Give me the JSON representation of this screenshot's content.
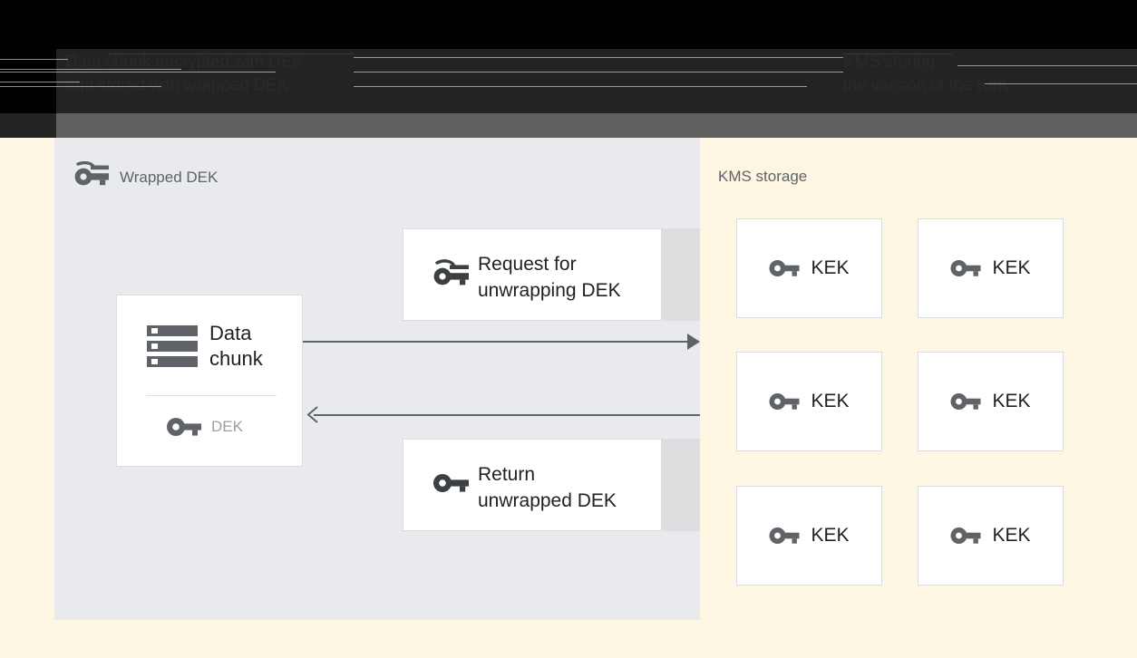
{
  "header": {
    "left_text": "Data chunk encrypted with DEK\nand stored with wrapped DEK",
    "right_text": "KMS storing\nthe version of the KeK"
  },
  "left_panel": {
    "title": "Wrapped DEK",
    "title_icon": "wrapped-key-icon",
    "background_color": "#e8eaed",
    "data_card": {
      "icon": "data-chunk-icon",
      "label": "Data\nchunk",
      "key_icon": "key-icon",
      "key_label": "DEK"
    },
    "messages": [
      {
        "icon": "wrapped-key-icon",
        "label": "Request for\nunwrapping DEK"
      },
      {
        "icon": "key-icon",
        "label": "Return\nunwrapped DEK"
      }
    ],
    "arrows": [
      {
        "name": "request-arrow",
        "direction": "right"
      },
      {
        "name": "response-arrow",
        "direction": "left"
      }
    ]
  },
  "right_panel": {
    "title": "KMS storage",
    "background_color": "#fdf6e3",
    "keys": [
      {
        "icon": "key-icon",
        "label": "KEK"
      },
      {
        "icon": "key-icon",
        "label": "KEK"
      },
      {
        "icon": "key-icon",
        "label": "KEK"
      },
      {
        "icon": "key-icon",
        "label": "KEK"
      },
      {
        "icon": "key-icon",
        "label": "KEK"
      },
      {
        "icon": "key-icon",
        "label": "KEK"
      }
    ]
  },
  "colors": {
    "panel_gray": "#e8eaed",
    "canvas_cream": "#fdf6e3",
    "card_white": "#ffffff",
    "card_border": "#dadce0",
    "icon_gray": "#5f6368",
    "text_dark": "#202124",
    "text_muted": "#9aa0a6",
    "chrome_black": "#000000",
    "chrome_dark": "#232323",
    "chrome_gray": "#616161"
  }
}
